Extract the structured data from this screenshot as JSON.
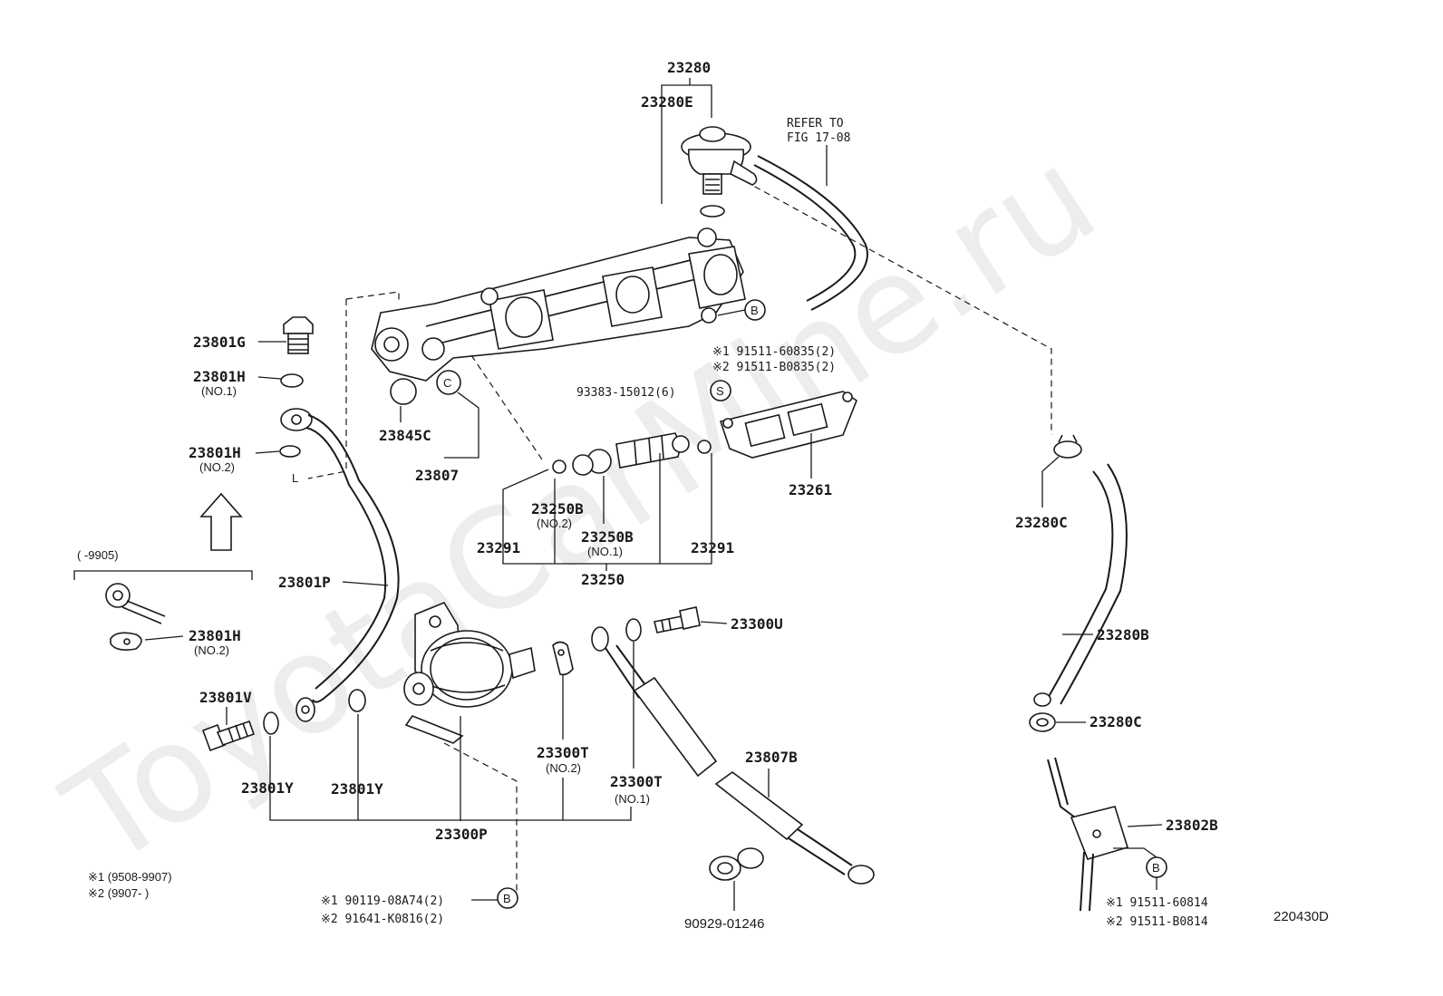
{
  "watermark": "ToyotaCarMine.ru",
  "figure_code": "220430D",
  "labels": {
    "p23280": "23280",
    "p23280E": "23280E",
    "refer1": "REFER TO",
    "refer2": "FIG 17-08",
    "p23801G": "23801G",
    "p23801H_1": "23801H",
    "no1_a": "(NO.1)",
    "p23801H_2": "23801H",
    "no2_a": "(NO.2)",
    "p23845C": "23845C",
    "p23807": "23807",
    "circleC": "C",
    "circleB1": "B",
    "n1_91511_60835": "※1 91511-60835(2)",
    "n2_91511_B0835": "※2 91511-B0835(2)",
    "p93383": "93383-15012(6)",
    "circleS": "S",
    "p23261": "23261",
    "p23280C_1": "23280C",
    "p23250B_1": "23250B",
    "no2_b": "(NO.2)",
    "p23250B_2": "23250B",
    "no1_b": "(NO.1)",
    "p23291_1": "23291",
    "p23291_2": "23291",
    "p23250": "23250",
    "range9905": "(      -9905)",
    "p23801P": "23801P",
    "p23801H_3": "23801H",
    "no2_c": "(NO.2)",
    "p23300U": "23300U",
    "p23280B": "23280B",
    "p23801V": "23801V",
    "p23300T_1": "23300T",
    "no2_d": "(NO.2)",
    "p23300T_2": "23300T",
    "no1_d": "(NO.1)",
    "p23807B": "23807B",
    "p23280C_2": "23280C",
    "p23801Y_1": "23801Y",
    "p23801Y_2": "23801Y",
    "p23300P": "23300P",
    "p23802B": "23802B",
    "circleB2": "B",
    "circleB3": "B",
    "fn1": "※1 (9508-9907)",
    "fn2": "※2 (9907-       )",
    "n1_90119": "※1 90119-08A74(2)",
    "n2_91641": "※2 91641-K0816(2)",
    "p90929": "90929-01246",
    "n1_91511_60814": "※1 91511-60814",
    "n2_91511_B0814": "※2 91511-B0814"
  }
}
